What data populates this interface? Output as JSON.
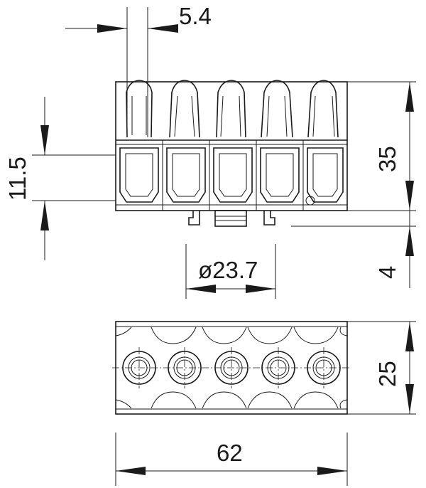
{
  "dimensions": {
    "pitch": "5.4",
    "label_height": "11.5",
    "total_height": "35",
    "foot_height": "4",
    "diameter": "ø23.7",
    "depth": "25",
    "width": "62"
  }
}
